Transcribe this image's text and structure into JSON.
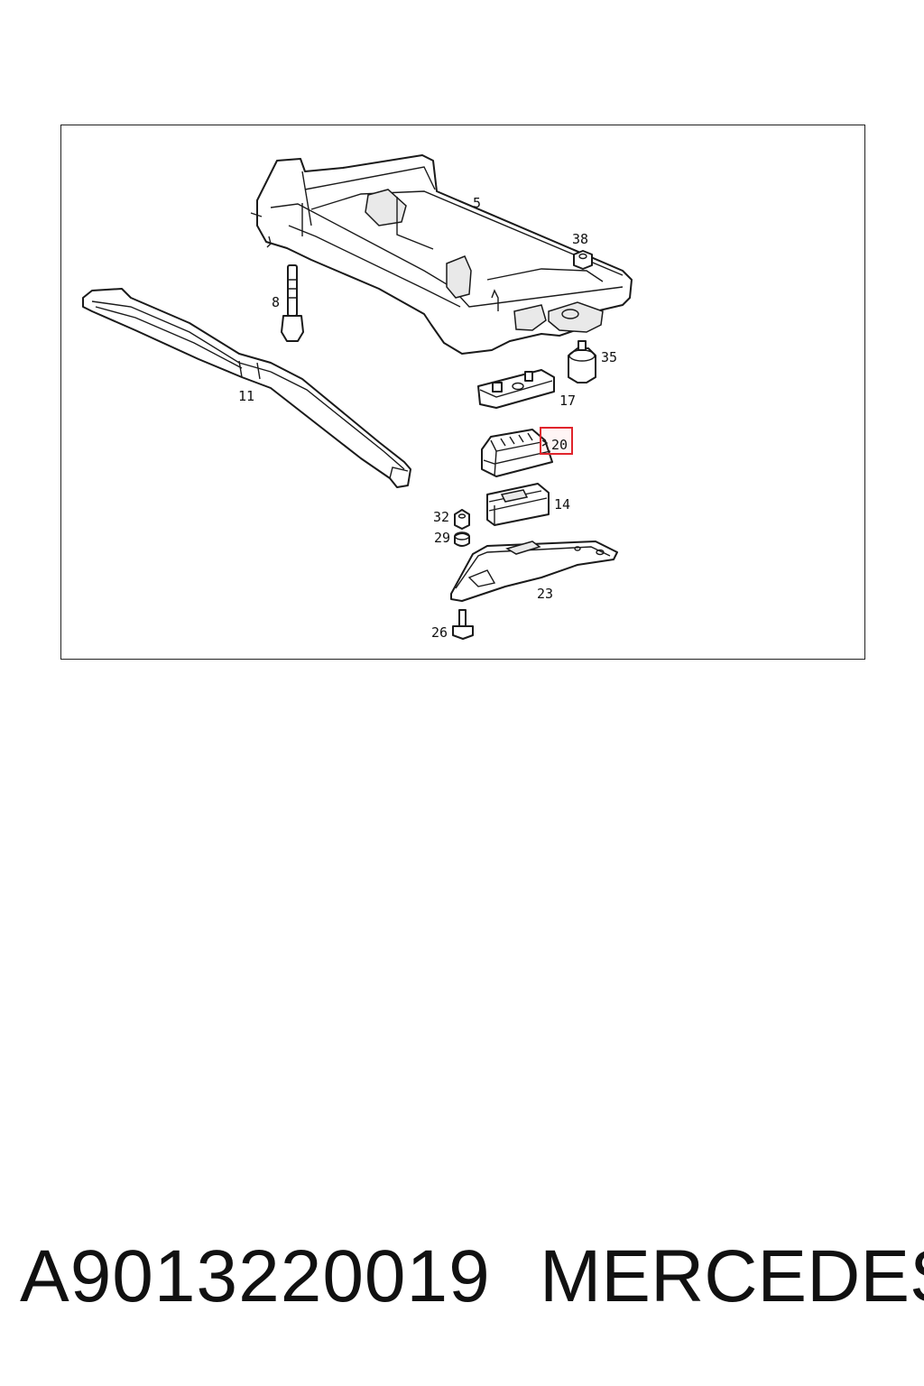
{
  "diagram": {
    "callouts": [
      {
        "id": "5",
        "label": "5"
      },
      {
        "id": "38",
        "label": "38"
      },
      {
        "id": "8",
        "label": "8"
      },
      {
        "id": "35",
        "label": "35"
      },
      {
        "id": "11",
        "label": "11"
      },
      {
        "id": "17",
        "label": "17"
      },
      {
        "id": "20",
        "label": "20"
      },
      {
        "id": "14",
        "label": "14"
      },
      {
        "id": "32",
        "label": "32"
      },
      {
        "id": "29",
        "label": "29"
      },
      {
        "id": "23",
        "label": "23"
      },
      {
        "id": "26",
        "label": "26"
      }
    ],
    "highlighted_callout": "20",
    "highlight_color": "#e0242c"
  },
  "footer": {
    "part_number": "A9013220019",
    "brand": "MERCEDES"
  }
}
